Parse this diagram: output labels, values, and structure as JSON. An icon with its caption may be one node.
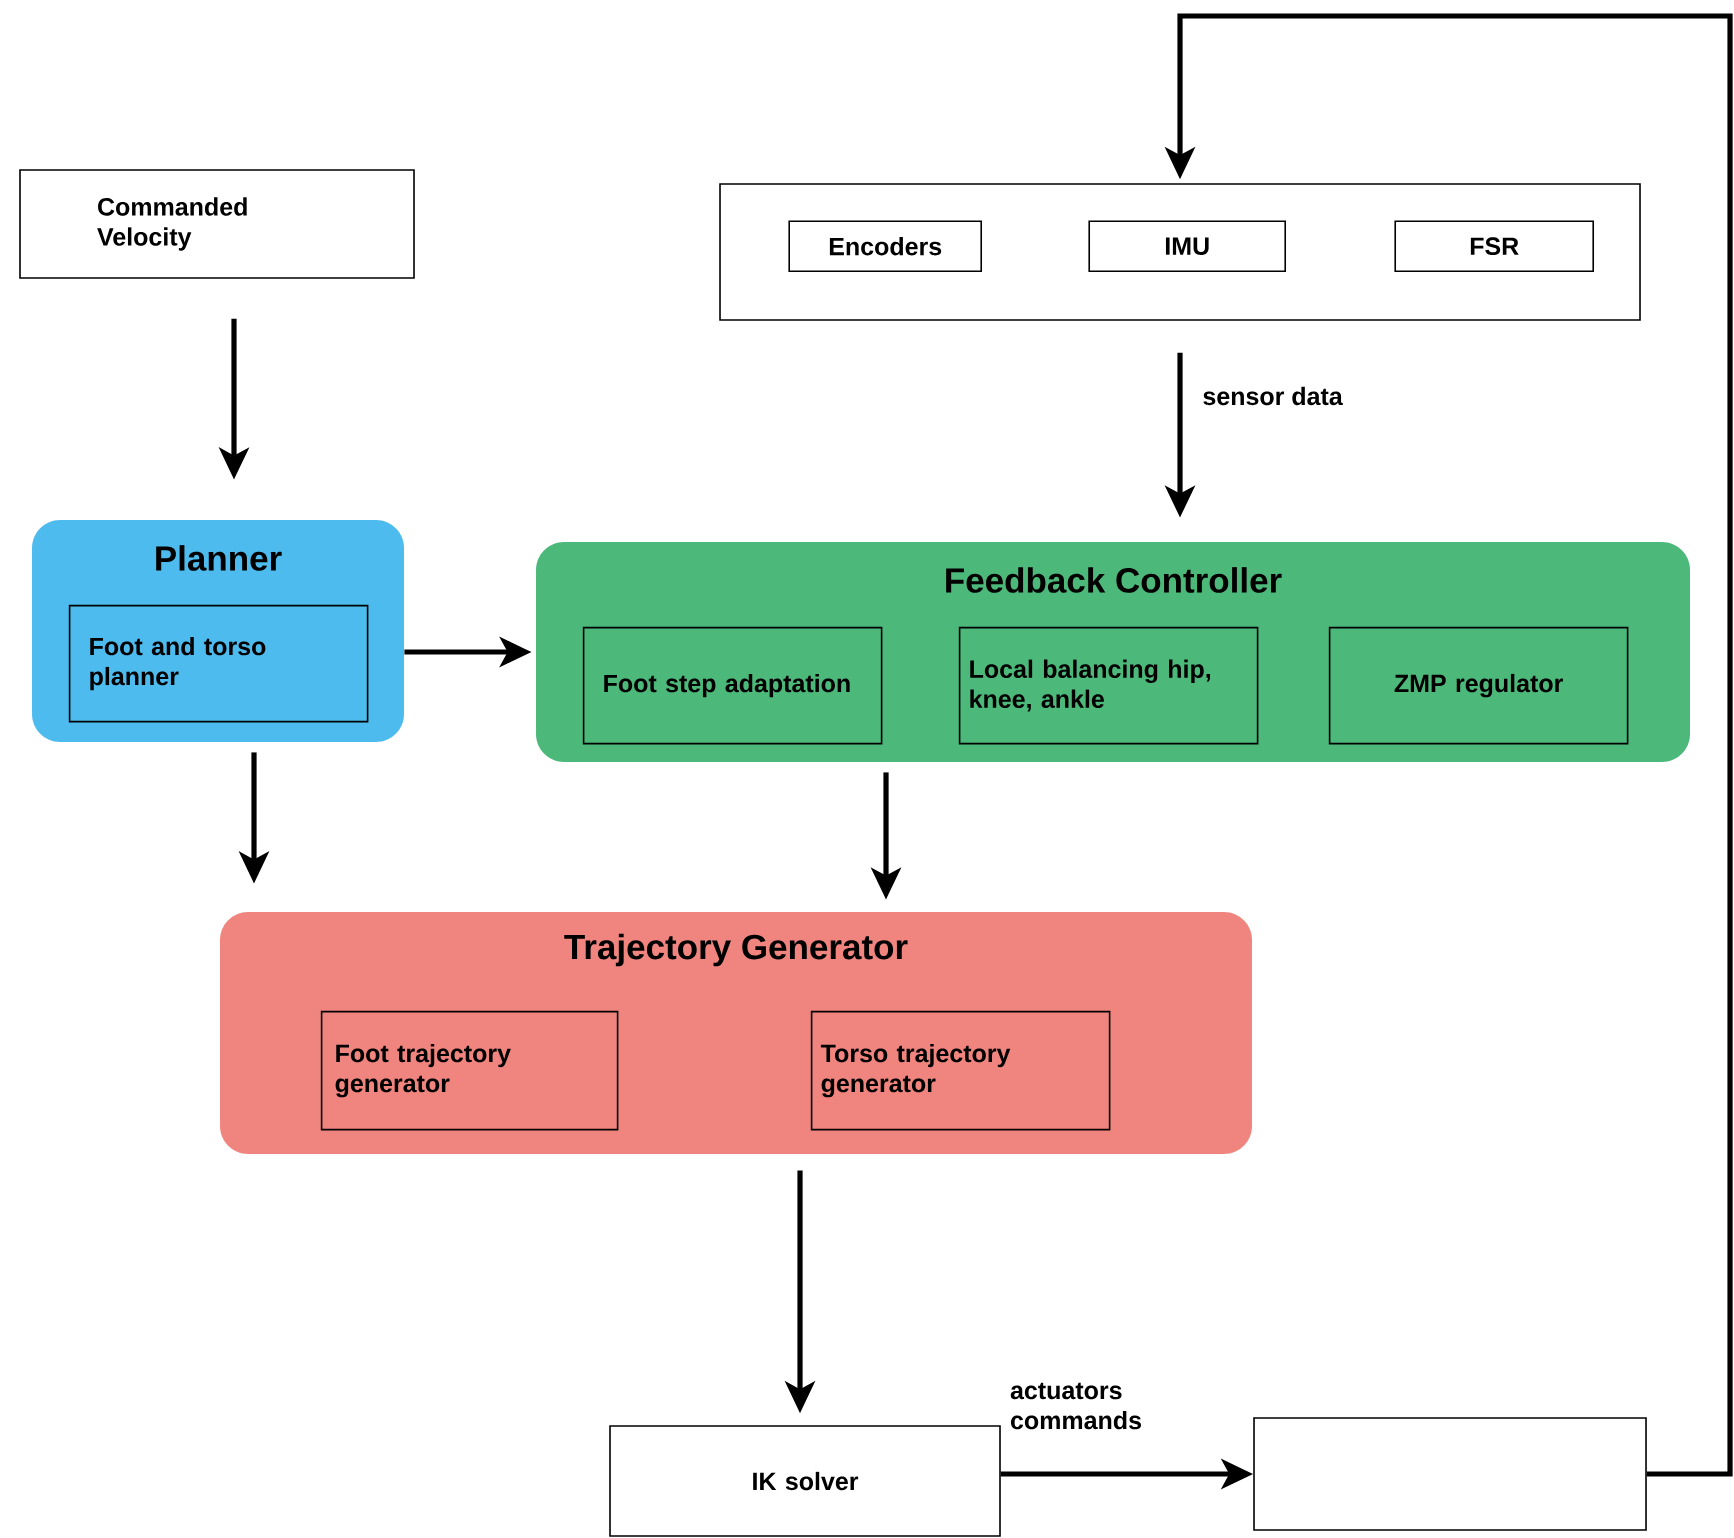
{
  "diagram": {
    "nodes": [
      {
        "text": [
          "Commanded Velocity"
        ]
      },
      {
        "text": [],
        "shape": "box"
      },
      {
        "text": [
          "Encoders"
        ],
        "in": 1
      },
      {
        "text": [
          "IMU"
        ],
        "in": 1
      },
      {
        "text": [
          "FSR"
        ],
        "in": 1
      },
      {
        "text": [
          "Planner"
        ]
      },
      {
        "text": [
          "Foot and torso planner"
        ],
        "in": 5
      },
      {
        "text": [
          "Feedback Controller"
        ]
      },
      {
        "text": [
          "Foot step adaptation"
        ],
        "in": 7
      },
      {
        "text": [
          "Local balancing hip, knee, ankle"
        ],
        "in": 7
      },
      {
        "text": [
          "ZMP regulator"
        ],
        "in": 7
      },
      {
        "text": [
          "Trajectory Generator"
        ]
      },
      {
        "text": [
          "Foot trajectory generator"
        ],
        "in": 11
      },
      {
        "text": [
          "Torso trajectory generator"
        ],
        "in": 11
      },
      {
        "text": [
          "IK solver"
        ]
      },
      {
        "text": [],
        "shape": "box"
      }
    ],
    "edges": [
      {
        "from": 0,
        "to": 5,
        "arrow": "to"
      },
      {
        "from": 1,
        "to": 7,
        "arrow": "to",
        "label": "sensor data"
      },
      {
        "from": 5,
        "to": 7,
        "arrow": "to"
      },
      {
        "from": 5,
        "to": 11,
        "arrow": "to"
      },
      {
        "from": 7,
        "to": 11,
        "arrow": "to"
      },
      {
        "from": 11,
        "to": 14,
        "arrow": "to"
      },
      {
        "from": 14,
        "to": 15,
        "arrow": "to",
        "label": "actuators commands"
      },
      {
        "from": 15,
        "to": 1,
        "arrow": "to"
      }
    ]
  }
}
